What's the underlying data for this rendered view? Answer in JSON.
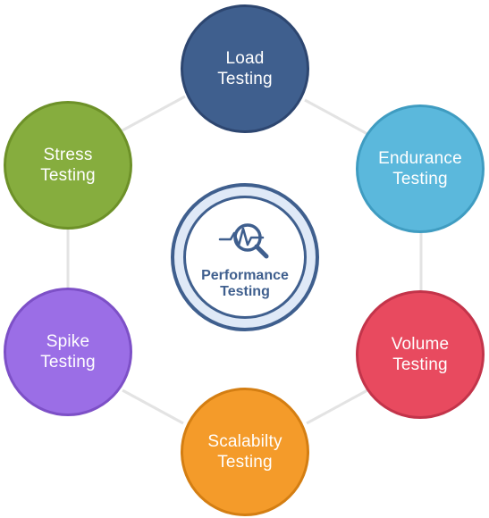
{
  "center": {
    "title": "Performance\nTesting",
    "icon": "performance-magnifier-icon",
    "color": "#3f5f8e"
  },
  "nodes": {
    "load": {
      "label": "Load\nTesting",
      "color": "#3f5f8e"
    },
    "endurance": {
      "label": "Endurance\nTesting",
      "color": "#5bb8dc"
    },
    "volume": {
      "label": "Volume\nTesting",
      "color": "#e84a5f"
    },
    "scalability": {
      "label": "Scalabilty\nTesting",
      "color": "#f49b2a"
    },
    "spike": {
      "label": "Spike\nTesting",
      "color": "#9b6ee6"
    },
    "stress": {
      "label": "Stress\nTesting",
      "color": "#86ad3e"
    }
  },
  "connector_color": "#e3e3e3"
}
